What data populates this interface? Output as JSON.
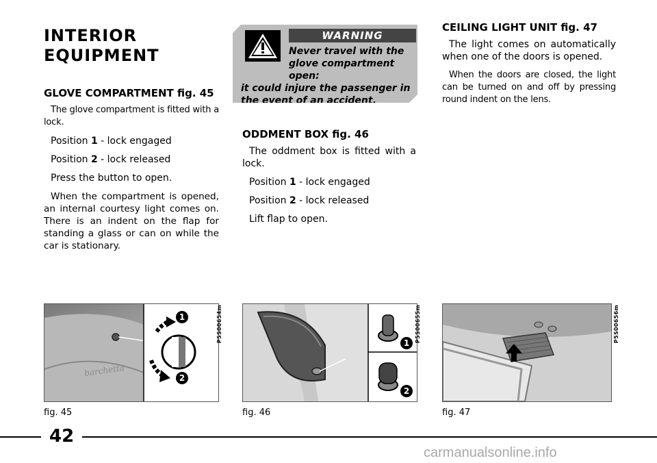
{
  "section_title": [
    "INTERIOR",
    "EQUIPMENT"
  ],
  "glove": {
    "heading": "GLOVE COMPARTMENT fig. 45",
    "intro": "The glove compartment is fitted with a lock.",
    "pos1_label": "Position ",
    "pos1_num": "1",
    "pos1_text": " - lock engaged",
    "pos2_label": "Position ",
    "pos2_num": "2",
    "pos2_text": " - lock released",
    "press": "Press the button to open.",
    "light": "When the compartment is opened, an internal courtesy light comes on. There is an indent on the flap for standing a glass or can on while the car is stationary."
  },
  "warning": {
    "label": "WARNING",
    "line1": "Never travel with the glove compartment open:",
    "rest": " it could injure the passenger in the event of an accident."
  },
  "oddment": {
    "heading": "ODDMENT BOX fig. 46",
    "intro": "The oddment box is fitted with a lock.",
    "pos1_label": "Position ",
    "pos1_num": "1",
    "pos1_text": " - lock engaged",
    "pos2_label": "Position ",
    "pos2_num": "2",
    "pos2_text": " - lock released",
    "lift": "Lift flap to open."
  },
  "ceiling": {
    "heading": "CEILING LIGHT UNIT fig. 47",
    "auto": "The light comes on automatically when one of the doors is opened.",
    "closed": "When the doors are closed, the light can be turned on and off by pressing round indent on the lens."
  },
  "figures": [
    {
      "caption": "fig. 45",
      "code": "P5S00654m",
      "marker1": "1",
      "marker2": "2",
      "emboss": "barchetta"
    },
    {
      "caption": "fig. 46",
      "code": "P5S00655m",
      "marker1": "1",
      "marker2": "2"
    },
    {
      "caption": "fig. 47",
      "code": "P5S00656m"
    }
  ],
  "page_number": "42",
  "watermark": "carmanualsonline.info"
}
